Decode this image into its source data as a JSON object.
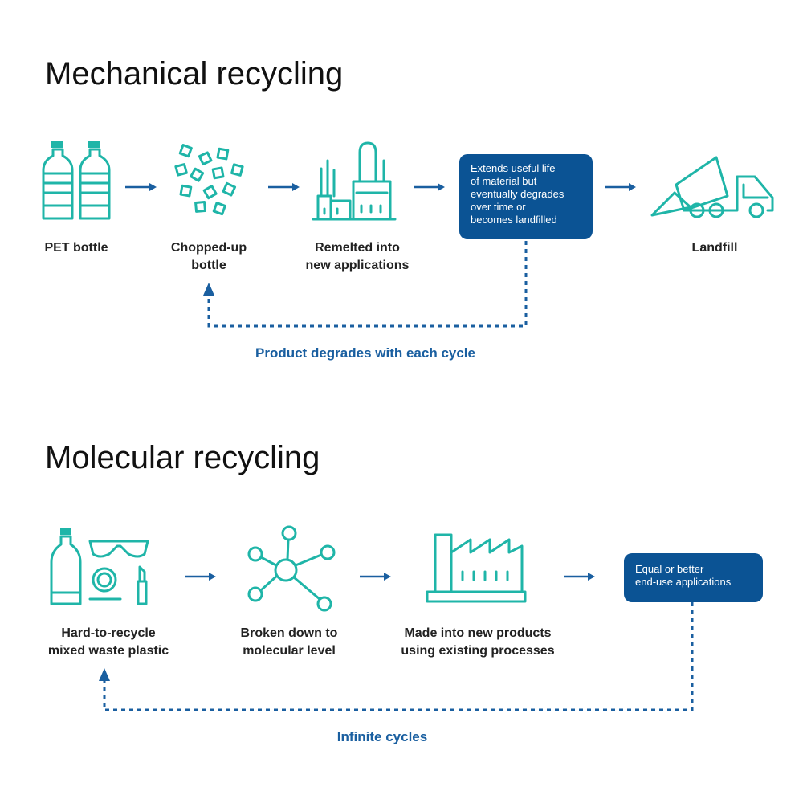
{
  "mechanical": {
    "title": "Mechanical recycling",
    "steps": [
      {
        "label_lines": [
          "PET bottle"
        ],
        "icon": "pet-bottles-icon"
      },
      {
        "label_lines": [
          "Chopped-up",
          "bottle"
        ],
        "icon": "chopped-bottle-icon"
      },
      {
        "label_lines": [
          "Remelted into",
          "new applications"
        ],
        "icon": "refinery-icon"
      },
      {
        "label_lines": [
          "Landfill"
        ],
        "icon": "dump-truck-icon"
      }
    ],
    "callout_lines": [
      "Extends useful life",
      "of material but",
      "eventually degrades",
      "over time or",
      "becomes landfilled"
    ],
    "loop_label": "Product degrades with each cycle"
  },
  "molecular": {
    "title": "Molecular recycling",
    "steps": [
      {
        "label_lines": [
          "Hard-to-recycle",
          "mixed waste plastic"
        ],
        "icon": "mixed-plastics-icon"
      },
      {
        "label_lines": [
          "Broken down to",
          "molecular level"
        ],
        "icon": "molecule-icon"
      },
      {
        "label_lines": [
          "Made into new products",
          "using existing processes"
        ],
        "icon": "factory-icon"
      }
    ],
    "callout_lines": [
      "Equal or better",
      "end-use applications"
    ],
    "loop_label": "Infinite cycles"
  },
  "colors": {
    "teal": "#1fb5a8",
    "navy": "#0b5394",
    "blue": "#1a5fa0"
  }
}
